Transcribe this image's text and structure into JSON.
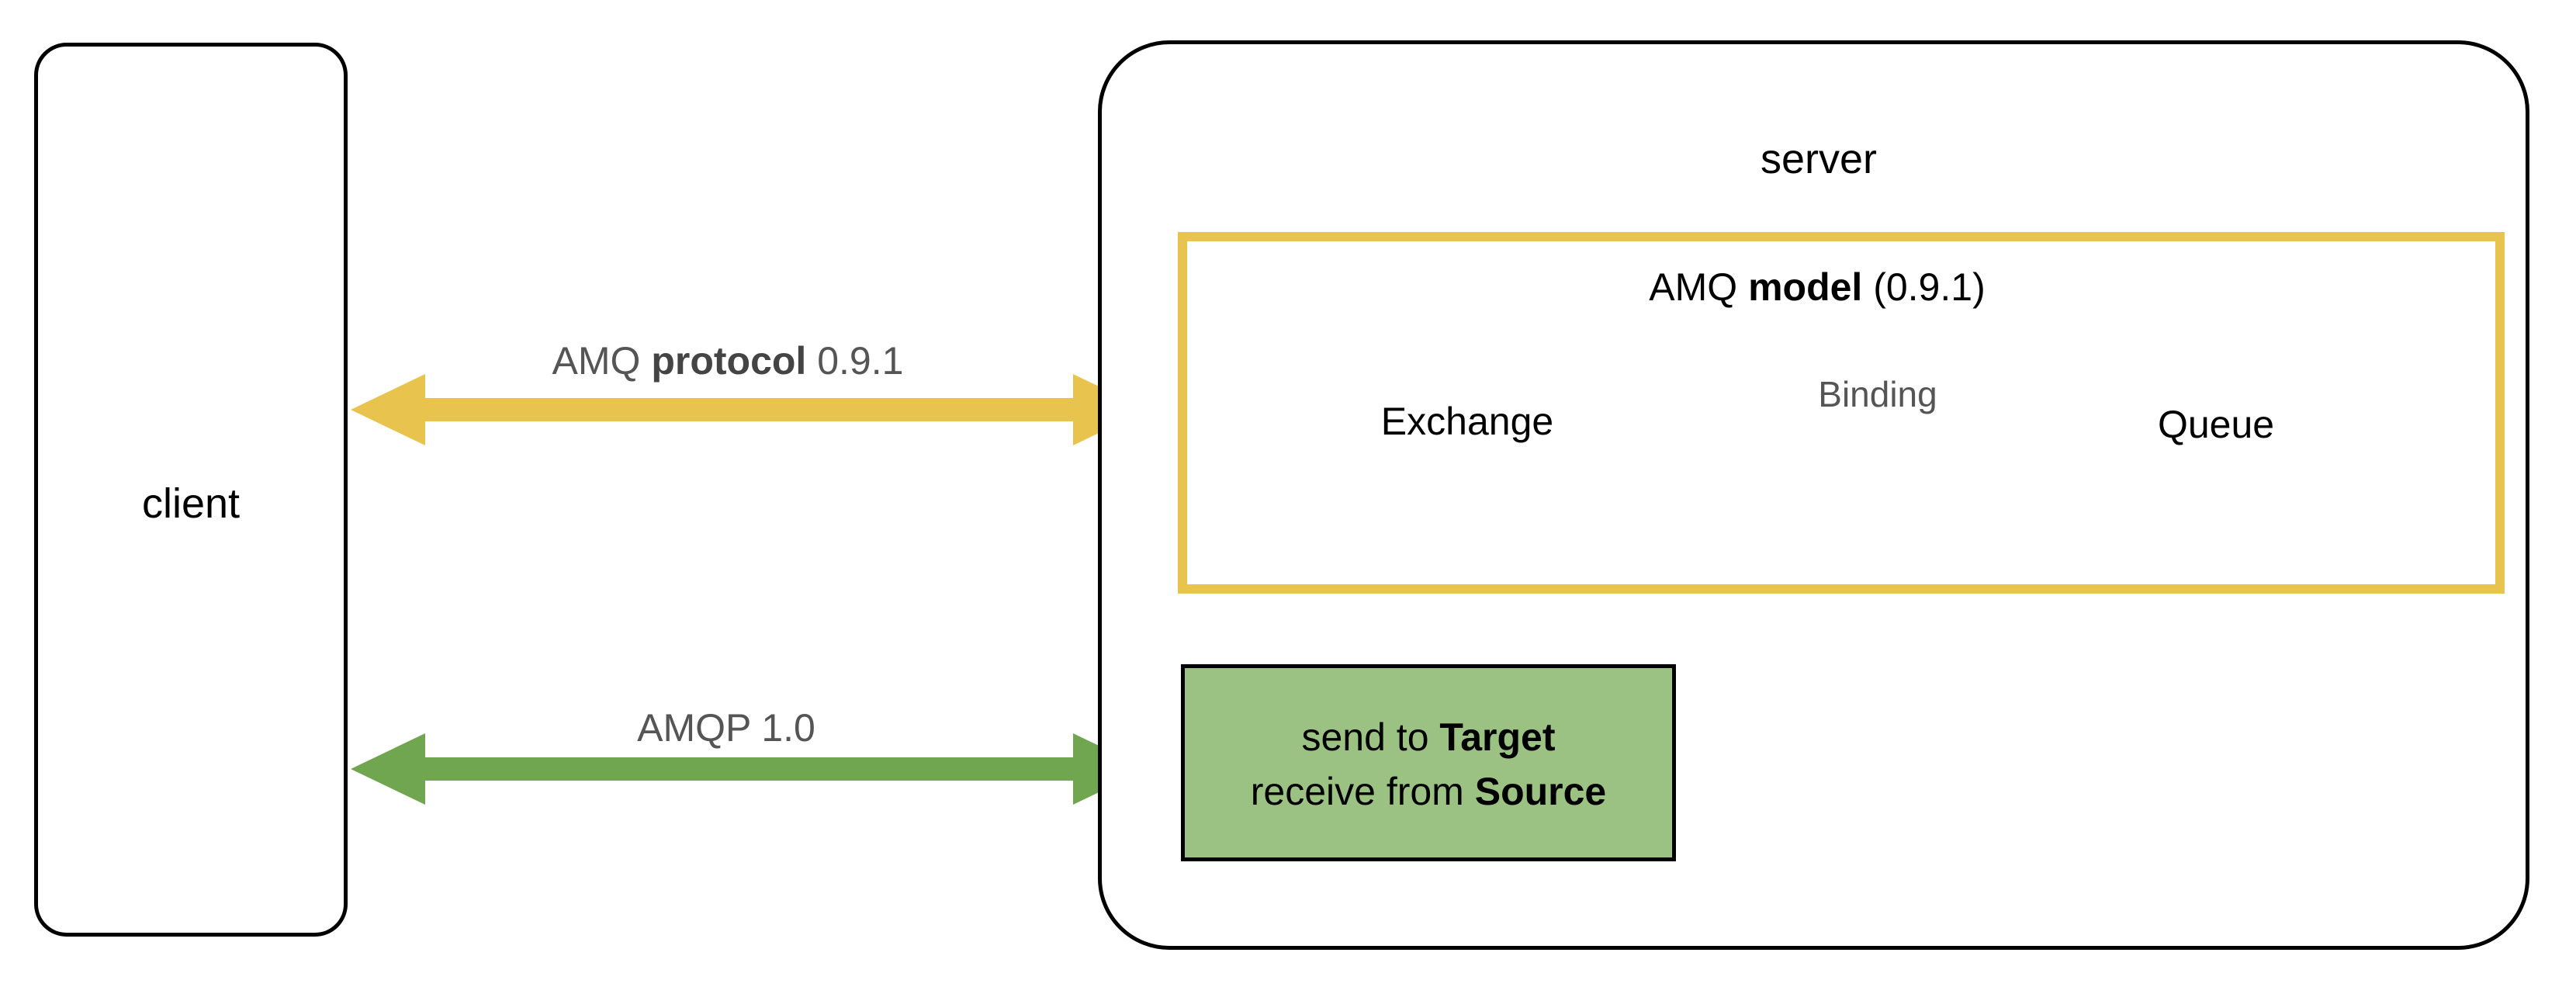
{
  "diagram": {
    "title_semantic": "AMQP 1.0 vs AMQP 0.9.1 client-server model",
    "client": {
      "label": "client"
    },
    "server": {
      "label": "server",
      "amq_model": {
        "label_prefix": "AMQ ",
        "label_bold": "model",
        "label_suffix": " (0.9.1)",
        "exchange": {
          "label": "Exchange"
        },
        "queue": {
          "label": "Queue"
        },
        "binding": {
          "label": "Binding"
        }
      },
      "amqp_note": {
        "line1_prefix": "send to ",
        "line1_bold": "Target",
        "line2_prefix": "receive from ",
        "line2_bold": "Source"
      }
    },
    "connectors": [
      {
        "name": "amq-protocol",
        "label_prefix": "AMQ ",
        "label_bold": "protocol",
        "label_suffix": " 0.9.1",
        "color": "#E8C44F",
        "direction": "bidirectional"
      },
      {
        "name": "amqp-1-0",
        "label": "AMQP 1.0",
        "color": "#70A650",
        "direction": "bidirectional"
      }
    ],
    "colors": {
      "gold": "#E8C44F",
      "gold_fill": "#E8C156",
      "green_arrow": "#70A650",
      "green_box": "#9CC283",
      "outline_black": "#000000",
      "outline_gray": "#555555",
      "label_gray": "#555555"
    }
  }
}
